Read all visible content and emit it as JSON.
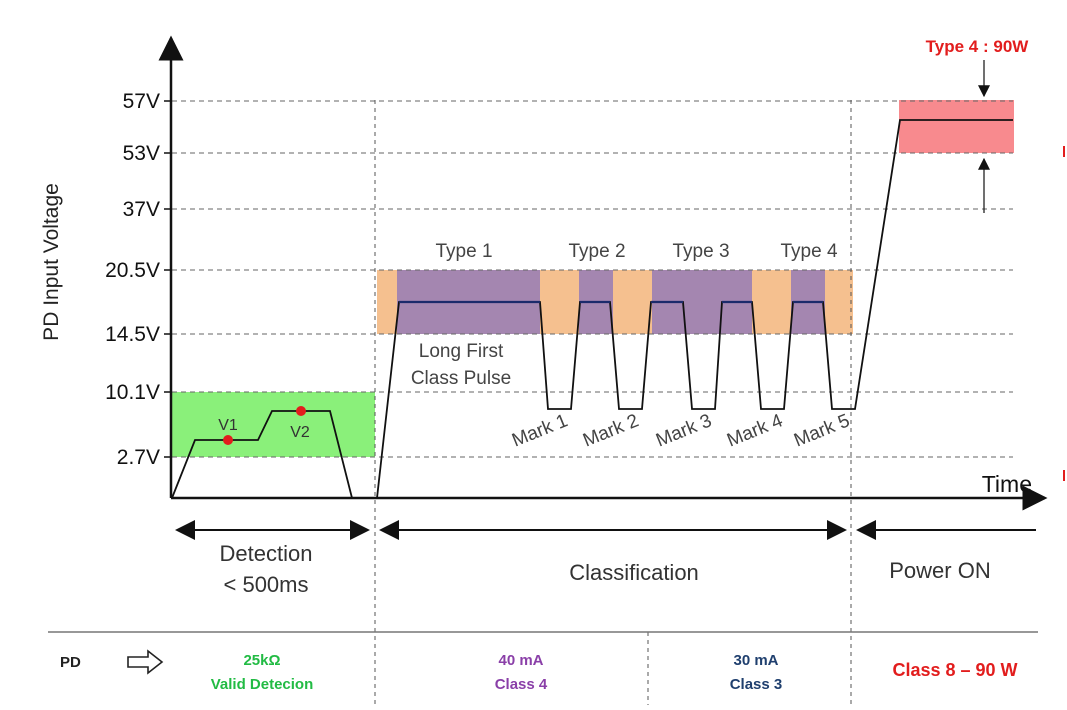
{
  "axes": {
    "y_label": "PD Input Voltage",
    "x_label": "Time",
    "y_ticks": [
      "57V",
      "53V",
      "37V",
      "20.5V",
      "14.5V",
      "10.1V",
      "2.7V"
    ]
  },
  "waveform": {
    "points": [
      "V1",
      "V2"
    ],
    "class_types": [
      "Type 1",
      "Type 2",
      "Type 3",
      "Type 4"
    ],
    "marks": [
      "Mark 1",
      "Mark 2",
      "Mark 3",
      "Mark 4",
      "Mark 5"
    ],
    "first_pulse_line1": "Long First",
    "first_pulse_line2": "Class Pulse",
    "power_type_label": "Type 4 : 90W"
  },
  "phases": {
    "detection": "Detection",
    "detection_time": "< 500ms",
    "classification": "Classification",
    "power_on": "Power ON"
  },
  "pd_row": {
    "label": "PD",
    "detection_line1": "25kΩ",
    "detection_line2": "Valid Detecion",
    "class_a_line1": "40 mA",
    "class_a_line2": "Class 4",
    "class_b_line1": "30 mA",
    "class_b_line2": "Class 3",
    "power": "Class 8 – 90 W"
  },
  "colors": {
    "detection_zone": "#8af07a",
    "class_zone_orange": "#f5c08f",
    "class_zone_purple": "#a486b0",
    "power_zone": "#f88a8e",
    "detection_text": "#22bb44",
    "class_a_text": "#8a3fa8",
    "class_b_text": "#1f3f6e",
    "power_text": "#e21d1d"
  }
}
